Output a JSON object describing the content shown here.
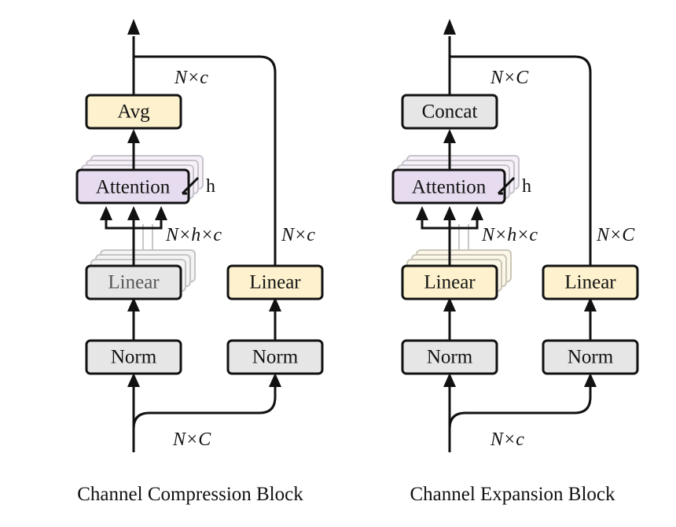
{
  "colors": {
    "yellow": "#fdf2cd",
    "gray": "#e6e6e6",
    "purple": "#e7dcef",
    "stroke": "#111111"
  },
  "compression": {
    "caption": "Channel Compression Block",
    "top_box": "Avg",
    "attention": "Attention",
    "heads": "h",
    "linear_main": "Linear",
    "linear_side": "Linear",
    "norm_main": "Norm",
    "norm_side": "Norm",
    "dim_top": "N×c",
    "dim_mid": "N×h×c",
    "dim_side": "N×c",
    "dim_input": "N×C"
  },
  "expansion": {
    "caption": "Channel Expansion Block",
    "top_box": "Concat",
    "attention": "Attention",
    "heads": "h",
    "linear_main": "Linear",
    "linear_side": "Linear",
    "norm_main": "Norm",
    "norm_side": "Norm",
    "dim_top": "N×C",
    "dim_mid": "N×h×c",
    "dim_side": "N×C",
    "dim_input": "N×c"
  }
}
